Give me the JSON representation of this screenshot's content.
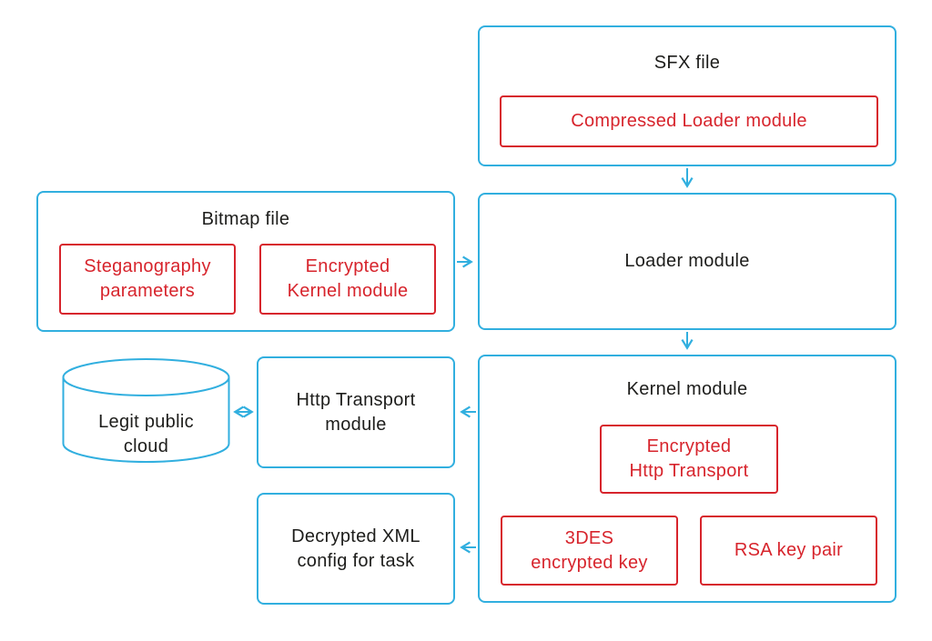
{
  "colors": {
    "accent_cyan": "#31AFDF",
    "accent_red": "#D7242C",
    "text_dark": "#1D1D1B",
    "background": "#FFFFFF"
  },
  "nodes": {
    "sfx": {
      "title": "SFX file",
      "inner": "Compressed Loader module"
    },
    "bitmap": {
      "title": "Bitmap file",
      "inner1": "Steganography\nparameters",
      "inner2": "Encrypted\nKernel module"
    },
    "loader": {
      "title": "Loader module"
    },
    "kernel": {
      "title": "Kernel module",
      "inner1": "Encrypted\nHttp Transport",
      "inner2": "3DES\nencrypted key",
      "inner3": "RSA key pair"
    },
    "http_transport": {
      "title": "Http Transport\nmodule"
    },
    "xml_config": {
      "title": "Decrypted XML\nconfig for task"
    },
    "cloud": {
      "title": "Legit public\ncloud"
    }
  },
  "edges": [
    {
      "from": "sfx_file",
      "to": "loader_module",
      "direction": "down"
    },
    {
      "from": "bitmap_file",
      "to": "loader_module",
      "direction": "right"
    },
    {
      "from": "loader_module",
      "to": "kernel_module",
      "direction": "down"
    },
    {
      "from": "kernel_module",
      "to": "http_transport_module",
      "direction": "left"
    },
    {
      "from": "http_transport_module",
      "to": "legit_public_cloud",
      "direction": "both"
    },
    {
      "from": "kernel_module",
      "to": "decrypted_xml_config",
      "direction": "left"
    }
  ]
}
